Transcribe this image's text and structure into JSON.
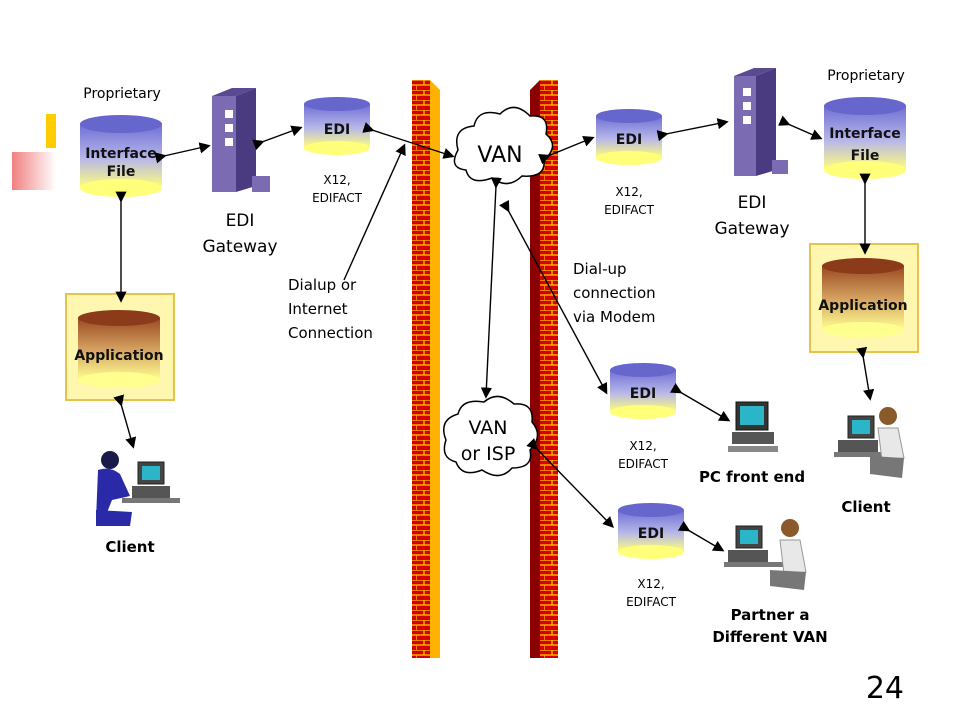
{
  "labels": {
    "proprietary_left": "Proprietary",
    "proprietary_right": "Proprietary",
    "interface_left_1": "Interface",
    "interface_left_2": "File",
    "interface_right_1": "Interface",
    "interface_right_2": "File",
    "edi_top_left": "EDI",
    "edi_top_right": "EDI",
    "edi_pc": "EDI",
    "edi_partner": "EDI",
    "x12_top_left": "X12,",
    "edifact_top_left": "EDIFACT",
    "x12_top_right": "X12,",
    "edifact_top_right": "EDIFACT",
    "x12_pc": "X12,",
    "edifact_pc": "EDIFACT",
    "x12_partner": "X12,",
    "edifact_partner": "EDIFACT",
    "gateway_left_1": "EDI",
    "gateway_left_2": "Gateway",
    "gateway_right_1": "EDI",
    "gateway_right_2": "Gateway",
    "application_left": "Application",
    "application_right": "Application",
    "client_left": "Client",
    "client_right": "Client",
    "van": "VAN",
    "van_isp_1": "VAN",
    "van_isp_2": "or ISP",
    "dialup_1": "Dialup  or",
    "dialup_2": "Internet",
    "dialup_3": "Connection",
    "dialup_modem_1": "Dial-up",
    "dialup_modem_2": "connection",
    "dialup_modem_3": "via Modem",
    "pc_front_end": "PC front end",
    "partner_1": "Partner  a",
    "partner_2": "Different VAN"
  },
  "slide_number": "24",
  "colors": {
    "db_top": "#7f7fd9",
    "db_bottom": "#ffff80",
    "app_top": "#a0522d",
    "app_bottom": "#ffff99",
    "app_box": "#fff6b0",
    "wall_red": "#cc0000",
    "gateway": "#7b6bb3"
  }
}
